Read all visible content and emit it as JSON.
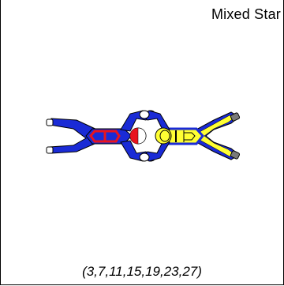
{
  "card": {
    "title": "Mixed Star",
    "caption": "(3,7,11,15,19,23,27)"
  },
  "colors": {
    "left_suit": "#1a2bd6",
    "left_accent": "#e8141e",
    "right_suit": "#ffff33",
    "right_outline": "#1a2bd6",
    "right_boots": "#7a7a7a",
    "helmet_grey": "#cfcfcf",
    "outline": "#000000"
  },
  "figures": [
    {
      "name": "left-jumper",
      "icon": "skydiver-blue-red-icon"
    },
    {
      "name": "right-jumper",
      "icon": "skydiver-yellow-blue-icon"
    }
  ]
}
